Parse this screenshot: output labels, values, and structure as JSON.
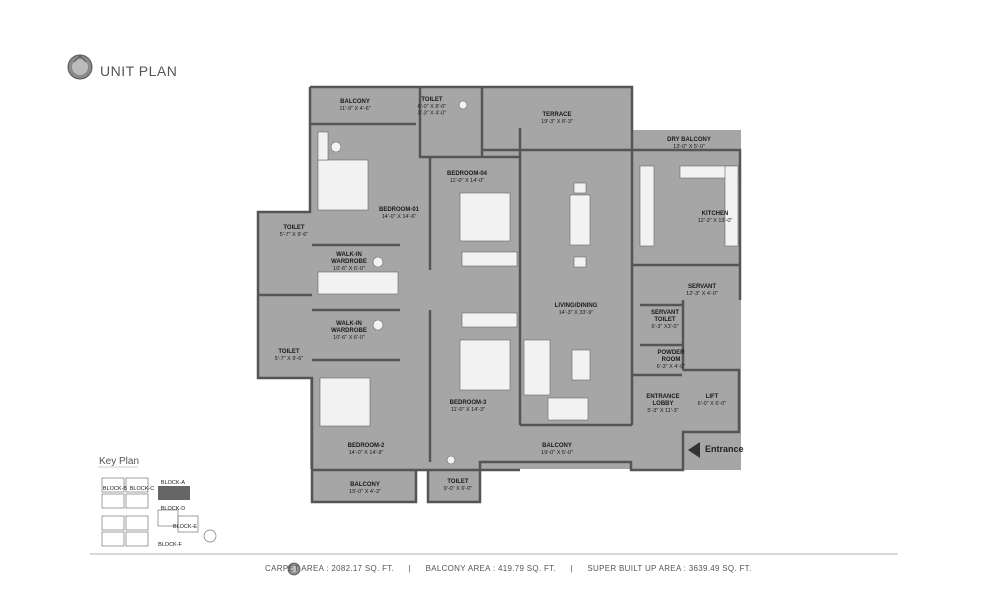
{
  "header": {
    "title": "UNIT PLAN",
    "logo_icon": "globe-seal-icon"
  },
  "key_plan": {
    "title": "Key Plan",
    "blocks": [
      "BLOCK-A",
      "BLOCK-B",
      "BLOCK-C",
      "BLOCK-D",
      "BLOCK-E",
      "BLOCK-F"
    ]
  },
  "rooms": [
    {
      "id": "balcony-top",
      "name": "BALCONY",
      "dims": "11'-9\" X 4'-6\""
    },
    {
      "id": "toilet-top",
      "name": "TOILET",
      "dims": "6'-0\" X 8'-0\"",
      "dims2": "3'-3\" X 4'-0\""
    },
    {
      "id": "terrace",
      "name": "TERRACE",
      "dims": "19'-3\" X 8'-3\""
    },
    {
      "id": "dry-balcony",
      "name": "DRY BALCONY",
      "dims": "13'-0\" X 5'-0\""
    },
    {
      "id": "bedroom-01",
      "name": "BEDROOM-01",
      "dims": "14'-0\" X 14'-6\""
    },
    {
      "id": "bedroom-04",
      "name": "BEDROOM-04",
      "dims": "11'-0\" X 14'-0\""
    },
    {
      "id": "kitchen",
      "name": "KITCHEN",
      "dims": "12'-3\" X 13'-0\""
    },
    {
      "id": "toilet-left-top",
      "name": "TOILET",
      "dims": "5'-7\" X 9'-6\""
    },
    {
      "id": "wardrobe-top",
      "name": "WALK-IN WARDROBE",
      "dims": "10'-6\" X 6'-0\""
    },
    {
      "id": "living-dining",
      "name": "LIVING/DINING",
      "dims": "14'-3\" X 33'-9\""
    },
    {
      "id": "servant",
      "name": "SERVANT",
      "dims": "12'-3\" X 4'-0\""
    },
    {
      "id": "servant-toilet",
      "name": "SERVANT TOILET",
      "dims": "6'-3\" X3'-0\""
    },
    {
      "id": "wardrobe-bottom",
      "name": "WALK-IN WARDROBE",
      "dims": "10'-6\" X 6'-0\""
    },
    {
      "id": "powder-room",
      "name": "POWDER ROOM",
      "dims": "6'-3\" X 4'-0\""
    },
    {
      "id": "toilet-left-bottom",
      "name": "TOILET",
      "dims": "5'-7\" X 9'-6\""
    },
    {
      "id": "bedroom-3",
      "name": "BEDROOM-3",
      "dims": "11'-0\" X 14'-3\""
    },
    {
      "id": "entrance-lobby",
      "name": "ENTRANCE LOBBY",
      "dims": "5'-3\" X 11'-3\""
    },
    {
      "id": "lift",
      "name": "LIFT",
      "dims": "6'-0\" X 6'-0\""
    },
    {
      "id": "bedroom-2",
      "name": "BEDROOM-2",
      "dims": "14'-0\" X 14'-9\""
    },
    {
      "id": "balcony-mid",
      "name": "BALCONY",
      "dims": "19'-0\" X 5'-0\""
    },
    {
      "id": "toilet-bottom",
      "name": "TOILET",
      "dims": "9'-0\" X 6'-0\""
    },
    {
      "id": "balcony-bottom",
      "name": "BALCONY",
      "dims": "15'-0\" X 4'-3\""
    }
  ],
  "entrance": {
    "label": "Entrance",
    "icon": "triangle-arrow-icon"
  },
  "footer": {
    "icon": "globe-seal-icon",
    "carpet": "CARPET AREA : 2082.17 SQ. FT.",
    "balcony": "BALCONY AREA : 419.79 SQ. FT.",
    "super": "SUPER BUILT UP AREA : 3639.49 SQ. FT.",
    "separator": "|"
  },
  "colors": {
    "floor": "#a6a6a6",
    "wall": "#555555",
    "furniture": "#f2f2f2",
    "text": "#1a1a1a"
  }
}
